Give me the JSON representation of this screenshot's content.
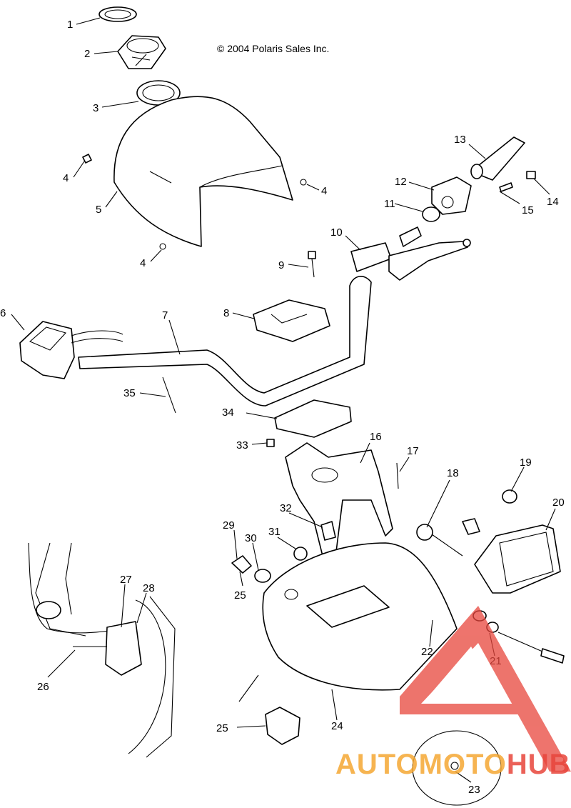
{
  "copyright": "© 2004 Polaris Sales Inc.",
  "callouts": [
    "1",
    "2",
    "3",
    "4",
    "4",
    "4",
    "5",
    "6",
    "7",
    "8",
    "9",
    "10",
    "11",
    "12",
    "13",
    "14",
    "15",
    "16",
    "17",
    "18",
    "19",
    "20",
    "21",
    "22",
    "23",
    "24",
    "25",
    "25",
    "25",
    "26",
    "27",
    "28",
    "29",
    "30",
    "31",
    "32",
    "33",
    "34",
    "35"
  ],
  "watermark": {
    "text_part1": "AUTOMOTO",
    "text_part2": "HUB",
    "color_part1": "#f5a833",
    "color_part2": "#e8463c",
    "triangle_color": "#e8463c"
  }
}
